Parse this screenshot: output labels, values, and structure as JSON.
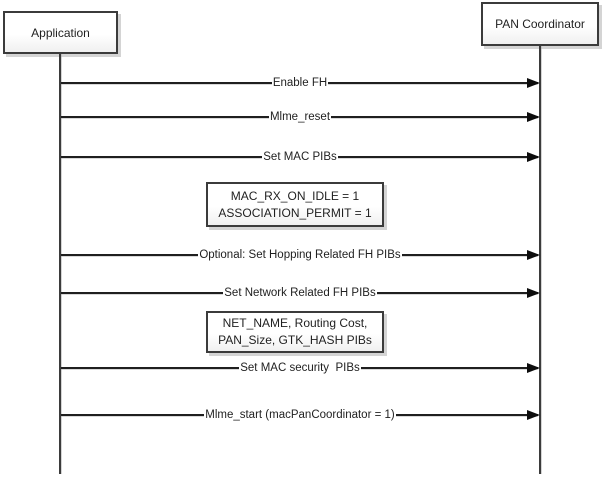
{
  "diagram": {
    "type": "sequence-diagram",
    "actors": [
      {
        "id": "application",
        "label": "Application"
      },
      {
        "id": "pan-coordinator",
        "label": "PAN Coordinator"
      }
    ],
    "messages": [
      {
        "from": "application",
        "to": "pan-coordinator",
        "direction": "right",
        "label": "Enable FH"
      },
      {
        "from": "application",
        "to": "pan-coordinator",
        "direction": "right",
        "label": "Mlme_reset"
      },
      {
        "from": "application",
        "to": "pan-coordinator",
        "direction": "right",
        "label": "Set MAC PIBs"
      },
      {
        "from": "application",
        "to": "pan-coordinator",
        "direction": "right",
        "label": "Optional: Set Hopping Related FH PIBs"
      },
      {
        "from": "application",
        "to": "pan-coordinator",
        "direction": "right",
        "label": "Set Network Related FH PIBs"
      },
      {
        "from": "application",
        "to": "pan-coordinator",
        "direction": "right",
        "label": "Set MAC security  PIBs"
      },
      {
        "from": "application",
        "to": "pan-coordinator",
        "direction": "right",
        "label": "Mlme_start (macPanCoordinator = 1)"
      }
    ],
    "notes": [
      {
        "lines": [
          "MAC_RX_ON_IDLE = 1",
          "ASSOCIATION_PERMIT = 1"
        ]
      },
      {
        "lines": [
          "NET_NAME, Routing Cost,",
          "PAN_Size, GTK_HASH PIBs"
        ]
      }
    ],
    "colors": {
      "background": "#ffffff",
      "line": "#1f1f1f",
      "box_border": "#3b3b3b",
      "box_fill_top": "#ffffff",
      "box_fill_bottom": "#f0f0f0",
      "shadow": "#a0a0a0"
    }
  }
}
